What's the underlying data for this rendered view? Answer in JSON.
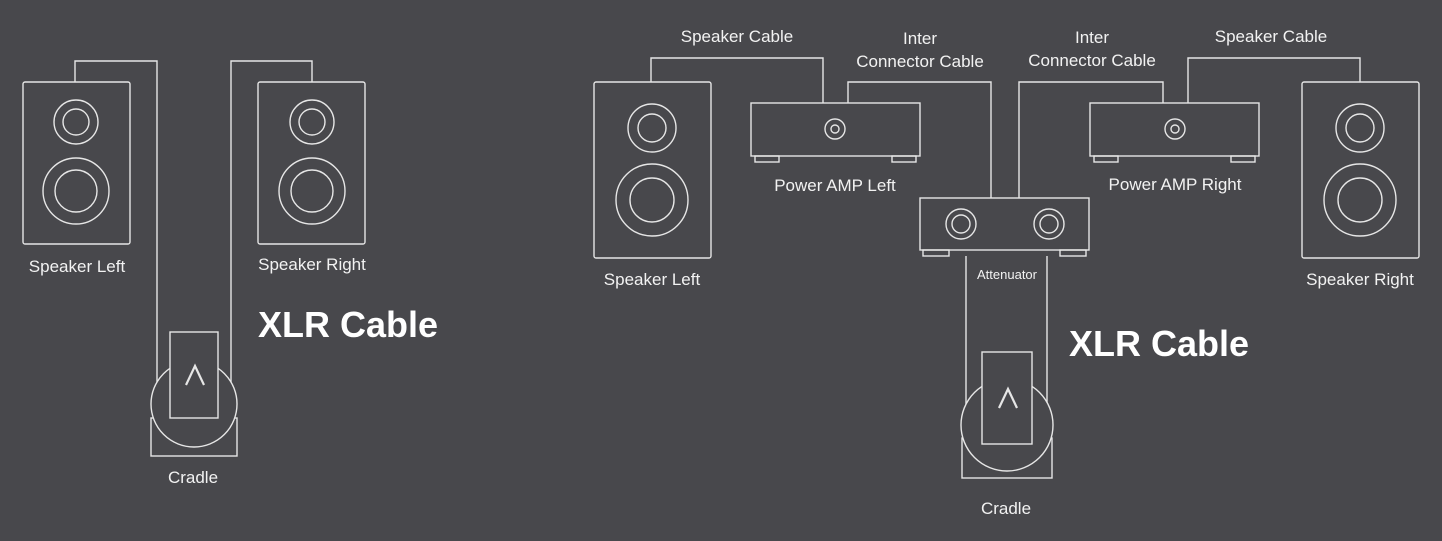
{
  "diagram_left": {
    "speaker_left": "Speaker Left",
    "speaker_right": "Speaker Right",
    "cable": "XLR Cable",
    "cradle": "Cradle"
  },
  "diagram_right": {
    "speaker_cable_left": "Speaker Cable",
    "speaker_cable_right": "Speaker Cable",
    "inter_left_line1": "Inter",
    "inter_left_line2": "Connector Cable",
    "inter_right_line1": "Inter",
    "inter_right_line2": "Connector Cable",
    "speaker_left": "Speaker Left",
    "speaker_right": "Speaker Right",
    "amp_left": "Power AMP Left",
    "amp_right": "Power AMP Right",
    "attenuator": "Attenuator",
    "cable": "XLR Cable",
    "cradle": "Cradle"
  },
  "colors": {
    "background": "#48484c",
    "line": "#e6e6e6",
    "text": "#f2f2f2"
  },
  "icons": {
    "device_logo": "a-logo-icon"
  }
}
